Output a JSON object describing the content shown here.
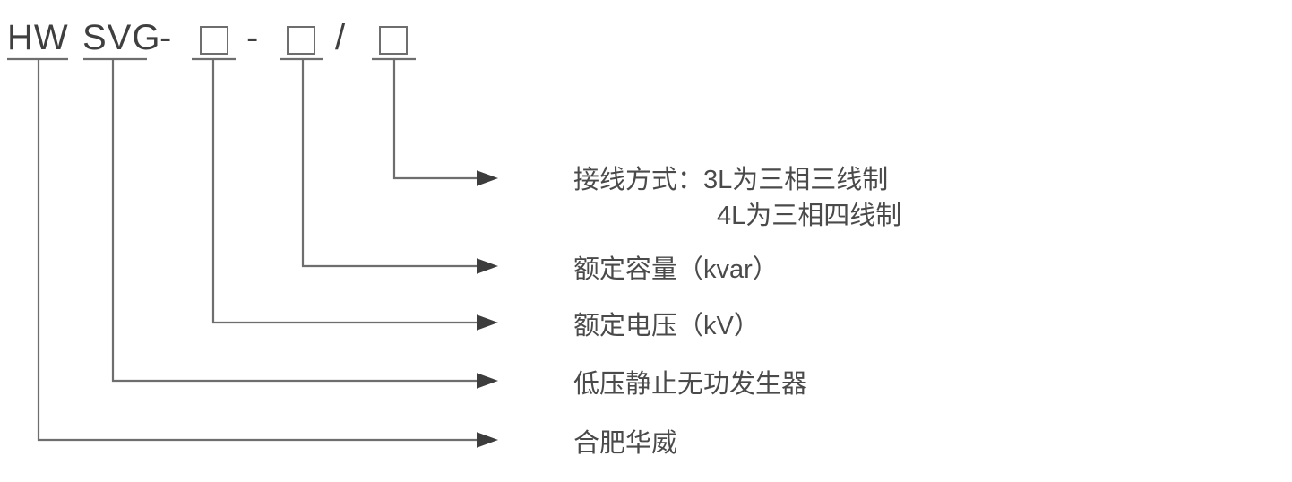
{
  "diagram": {
    "title_tokens": [
      {
        "id": "brand-code",
        "text": "HW"
      },
      {
        "id": "product-code",
        "text": "SVG"
      },
      {
        "id": "sep-dash-1",
        "text": "-"
      },
      {
        "id": "placeholder-voltage",
        "text": "□"
      },
      {
        "id": "sep-dash-2",
        "text": "-"
      },
      {
        "id": "placeholder-capacity",
        "text": "□"
      },
      {
        "id": "sep-slash",
        "text": "/"
      },
      {
        "id": "placeholder-wiring",
        "text": "□"
      }
    ],
    "callouts": [
      {
        "id": "wiring-mode",
        "line1": "接线方式：3L为三相三线制",
        "line2": "4L为三相四线制"
      },
      {
        "id": "rated-capacity",
        "line1": "额定容量（kvar）",
        "line2": ""
      },
      {
        "id": "rated-voltage",
        "line1": "额定电压（kV）",
        "line2": ""
      },
      {
        "id": "product-name",
        "line1": "低压静止无功发生器",
        "line2": ""
      },
      {
        "id": "manufacturer",
        "line1": "合肥华威",
        "line2": ""
      }
    ],
    "colors": {
      "text": "#4a4a4a",
      "token_text": "#3f3f3f",
      "line": "#6e6e6e",
      "arrow_fill": "#3d3d3d",
      "box_stroke": "#6e6e6e",
      "background": "#ffffff"
    }
  }
}
